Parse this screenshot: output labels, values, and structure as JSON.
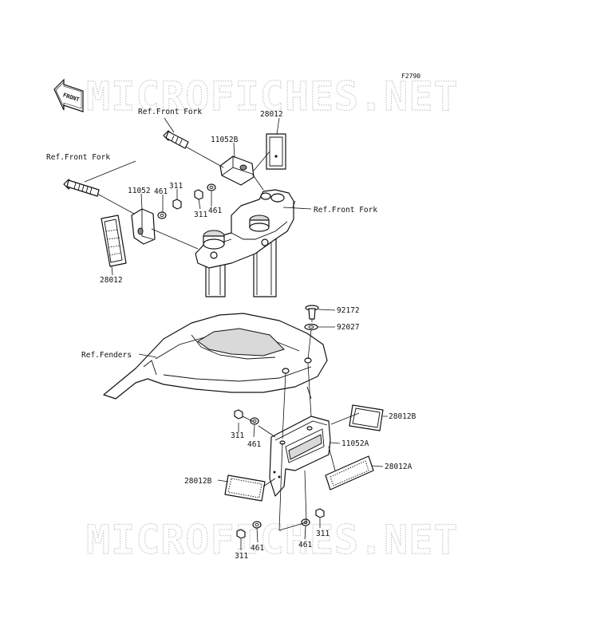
{
  "diagram": {
    "figure_code": "F2790",
    "front_badge": "FRONT",
    "watermark": "MICROFICHES.NET",
    "labels": {
      "ref_front_fork_top": "Ref.Front Fork",
      "ref_front_fork_left": "Ref.Front Fork",
      "ref_front_fork_right": "Ref.Front Fork",
      "ref_fenders": "Ref.Fenders",
      "p28012_top": "28012",
      "p28012_left": "28012",
      "p11052b": "11052B",
      "p11052": "11052",
      "p461_a": "461",
      "p311_a": "311",
      "p311_b": "311",
      "p461_b": "461",
      "p92172": "92172",
      "p92027": "92027",
      "p28012b_right": "28012B",
      "p11052a": "11052A",
      "p28012a": "28012A",
      "p28012b_left": "28012B",
      "p311_c": "311",
      "p461_c": "461",
      "p311_d": "311",
      "p461_d": "461",
      "p461_e": "461",
      "p311_e": "311"
    }
  }
}
